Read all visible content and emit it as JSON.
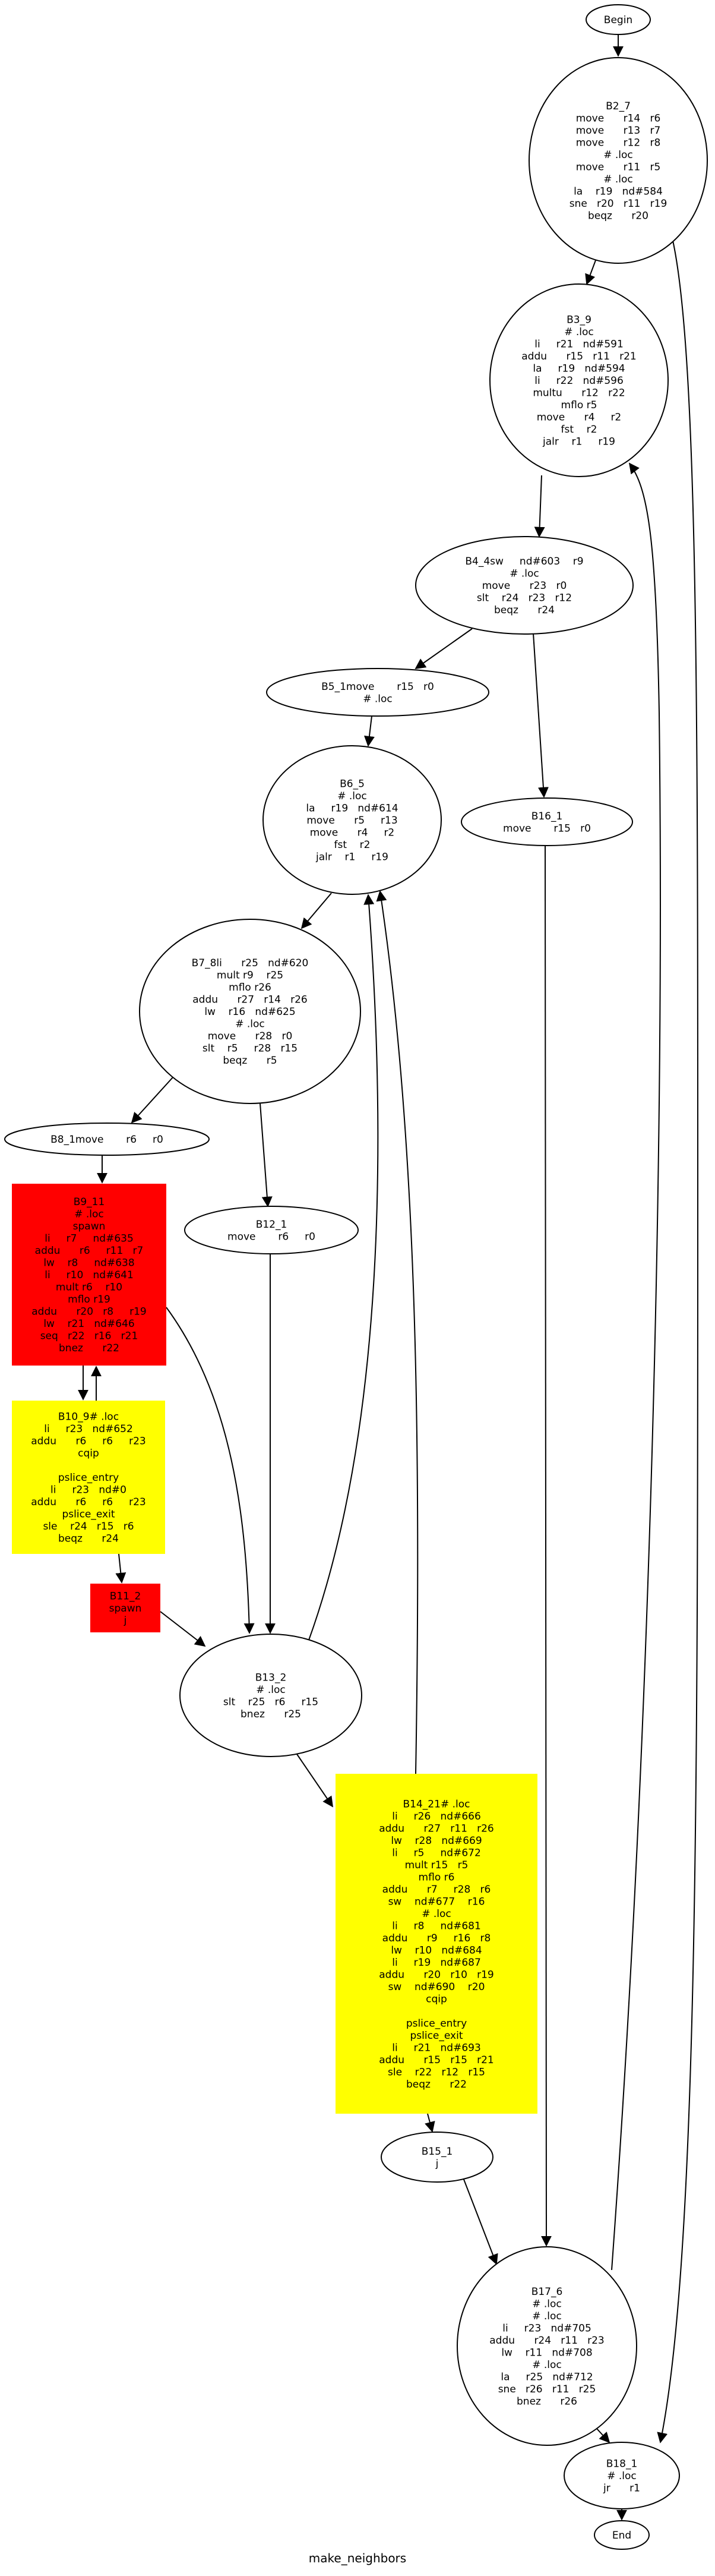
{
  "title": "make_neighbors",
  "colors": {
    "background": "#ffffff",
    "default_fill": "#ffffff",
    "spawn_block": "#ff0000",
    "slice_block": "#ffff00",
    "stroke": "#000000"
  },
  "nodes": [
    {
      "id": "begin",
      "lines": [
        "Begin"
      ]
    },
    {
      "id": "b2_7",
      "lines": [
        "B2_7",
        "move      r14   r6",
        "move      r13   r7",
        "move      r12   r8",
        "# .loc",
        "move      r11   r5",
        "# .loc",
        "la    r19   nd#584",
        "sne   r20   r11   r19",
        "beqz      r20"
      ]
    },
    {
      "id": "b3_9",
      "lines": [
        "B3_9",
        "# .loc",
        "li     r21   nd#591",
        "addu      r15   r11   r21",
        "la     r19   nd#594",
        "li     r22   nd#596",
        "multu      r12   r22",
        "mflo r5",
        "move      r4     r2",
        "fst    r2",
        "jalr    r1     r19"
      ]
    },
    {
      "id": "b4_4sw",
      "lines": [
        "B4_4sw     nd#603    r9",
        "# .loc",
        "move      r23   r0",
        "slt    r24   r23   r12",
        "beqz      r24"
      ]
    },
    {
      "id": "b5_1move",
      "lines": [
        "B5_1move       r15   r0",
        "# .loc"
      ]
    },
    {
      "id": "b6_5",
      "lines": [
        "B6_5",
        "# .loc",
        "la     r19   nd#614",
        "move      r5     r13",
        "move      r4     r2",
        "fst    r2",
        "jalr    r1     r19"
      ]
    },
    {
      "id": "b16_1",
      "lines": [
        "B16_1",
        "move       r15   r0"
      ]
    },
    {
      "id": "b7_8li",
      "lines": [
        "B7_8li      r25   nd#620",
        "mult r9    r25",
        "mflo r26",
        "addu      r27   r14   r26",
        "lw    r16   nd#625",
        "# .loc",
        "move      r28   r0",
        "slt    r5     r28   r15",
        "beqz      r5"
      ]
    },
    {
      "id": "b8_1move",
      "lines": [
        "B8_1move       r6     r0"
      ]
    },
    {
      "id": "b9_11",
      "lines": [
        "B9_11",
        "# .loc",
        "spawn",
        "li     r7     nd#635",
        "addu      r6     r11   r7",
        "lw    r8     nd#638",
        "li     r10   nd#641",
        "mult r6    r10",
        "mflo r19",
        "addu      r20   r8     r19",
        "lw    r21   nd#646",
        "seq   r22   r16   r21",
        "bnez      r22"
      ]
    },
    {
      "id": "b12_1",
      "lines": [
        "B12_1",
        "move       r6     r0"
      ]
    },
    {
      "id": "b10_9",
      "lines": [
        "B10_9# .loc",
        "li     r23   nd#652",
        "addu      r6     r6     r23",
        "cqip",
        "",
        "pslice_entry",
        "li     r23   nd#0",
        "addu      r6     r6     r23",
        "pslice_exit",
        "sle    r24   r15   r6",
        "beqz      r24"
      ]
    },
    {
      "id": "b11_2",
      "lines": [
        "B11_2",
        "spawn",
        "j"
      ]
    },
    {
      "id": "b13_2",
      "lines": [
        "B13_2",
        "# .loc",
        "slt    r25   r6     r15",
        "bnez      r25"
      ]
    },
    {
      "id": "b14_21",
      "lines": [
        "B14_21# .loc",
        "li     r26   nd#666",
        "addu      r27   r11   r26",
        "lw    r28   nd#669",
        "li     r5     nd#672",
        "mult r15   r5",
        "mflo r6",
        "addu      r7     r28   r6",
        "sw    nd#677    r16",
        "# .loc",
        "li     r8     nd#681",
        "addu      r9     r16   r8",
        "lw    r10   nd#684",
        "li     r19   nd#687",
        "addu      r20   r10   r19",
        "sw    nd#690    r20",
        "cqip",
        "",
        "pslice_entry",
        "pslice_exit",
        "li     r21   nd#693",
        "addu      r15   r15   r21",
        "sle    r22   r12   r15",
        "beqz      r22"
      ]
    },
    {
      "id": "b15_1",
      "lines": [
        "B15_1",
        "j"
      ]
    },
    {
      "id": "b17_6",
      "lines": [
        "B17_6",
        "# .loc",
        "# .loc",
        "li     r23   nd#705",
        "addu      r24   r11   r23",
        "lw    r11   nd#708",
        "# .loc",
        "la     r25   nd#712",
        "sne   r26   r11   r25",
        "bnez      r26"
      ]
    },
    {
      "id": "b18_1",
      "lines": [
        "B18_1",
        "# .loc",
        "jr      r1"
      ]
    },
    {
      "id": "end",
      "lines": [
        "End"
      ]
    }
  ],
  "edges": [
    {
      "from": "begin",
      "to": "b2_7"
    },
    {
      "from": "b2_7",
      "to": "b3_9"
    },
    {
      "from": "b2_7",
      "to": "b18_1"
    },
    {
      "from": "b3_9",
      "to": "b4_4sw"
    },
    {
      "from": "b4_4sw",
      "to": "b5_1move"
    },
    {
      "from": "b4_4sw",
      "to": "b16_1"
    },
    {
      "from": "b5_1move",
      "to": "b6_5"
    },
    {
      "from": "b6_5",
      "to": "b7_8li"
    },
    {
      "from": "b7_8li",
      "to": "b8_1move"
    },
    {
      "from": "b7_8li",
      "to": "b12_1"
    },
    {
      "from": "b8_1move",
      "to": "b9_11"
    },
    {
      "from": "b9_11",
      "to": "b10_9"
    },
    {
      "from": "b10_9",
      "to": "b9_11"
    },
    {
      "from": "b9_11",
      "to": "b13_2"
    },
    {
      "from": "b10_9",
      "to": "b11_2"
    },
    {
      "from": "b11_2",
      "to": "b13_2"
    },
    {
      "from": "b12_1",
      "to": "b13_2"
    },
    {
      "from": "b13_2",
      "to": "b6_5"
    },
    {
      "from": "b13_2",
      "to": "b14_21"
    },
    {
      "from": "b14_21",
      "to": "b6_5"
    },
    {
      "from": "b14_21",
      "to": "b15_1"
    },
    {
      "from": "b15_1",
      "to": "b17_6"
    },
    {
      "from": "b16_1",
      "to": "b17_6"
    },
    {
      "from": "b17_6",
      "to": "b3_9"
    },
    {
      "from": "b17_6",
      "to": "b18_1"
    },
    {
      "from": "b18_1",
      "to": "end"
    }
  ]
}
